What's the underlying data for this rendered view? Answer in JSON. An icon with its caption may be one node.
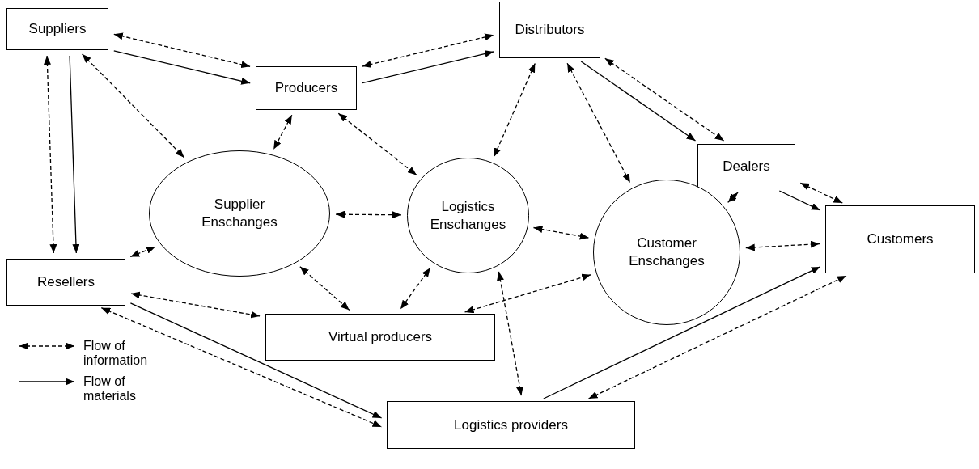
{
  "diagram": {
    "nodes": [
      {
        "text": [
          "Suppliers"
        ]
      },
      {
        "text": [
          "Producers"
        ]
      },
      {
        "text": [
          "Distributors"
        ]
      },
      {
        "text": [
          "Dealers"
        ]
      },
      {
        "text": [
          "Supplier Enschanges"
        ]
      },
      {
        "text": [
          "Logistics Enschanges"
        ]
      },
      {
        "text": [
          "Customer Enschanges"
        ]
      },
      {
        "text": [
          "Customers"
        ]
      },
      {
        "text": [
          "Resellers"
        ]
      },
      {
        "text": [
          "Virtual producers"
        ]
      },
      {
        "text": [
          "Logistics providers"
        ]
      }
    ],
    "edges": [
      {
        "from": 0,
        "to": 1,
        "arrow": "both",
        "style": "dashed"
      },
      {
        "from": 0,
        "to": 1,
        "arrow": "to"
      },
      {
        "from": 1,
        "to": 2,
        "arrow": "both",
        "style": "dashed"
      },
      {
        "from": 1,
        "to": 2,
        "arrow": "to"
      },
      {
        "from": 2,
        "to": 3,
        "arrow": "both",
        "style": "dashed"
      },
      {
        "from": 2,
        "to": 3,
        "arrow": "to"
      },
      {
        "from": 3,
        "to": 7,
        "arrow": "both",
        "style": "dashed"
      },
      {
        "from": 3,
        "to": 7,
        "arrow": "to"
      },
      {
        "from": 0,
        "to": 8,
        "arrow": "both",
        "style": "dashed"
      },
      {
        "from": 0,
        "to": 8,
        "arrow": "to"
      },
      {
        "from": 0,
        "to": 4,
        "arrow": "both",
        "style": "dashed"
      },
      {
        "from": 1,
        "to": 4,
        "arrow": "both",
        "style": "dashed"
      },
      {
        "from": 1,
        "to": 5,
        "arrow": "both",
        "style": "dashed"
      },
      {
        "from": 2,
        "to": 5,
        "arrow": "both",
        "style": "dashed"
      },
      {
        "from": 2,
        "to": 6,
        "arrow": "both",
        "style": "dashed"
      },
      {
        "from": 4,
        "to": 5,
        "arrow": "both",
        "style": "dashed"
      },
      {
        "from": 5,
        "to": 6,
        "arrow": "both",
        "style": "dashed"
      },
      {
        "from": 3,
        "to": 6,
        "arrow": "both",
        "style": "dashed"
      },
      {
        "from": 6,
        "to": 7,
        "arrow": "both",
        "style": "dashed"
      },
      {
        "from": 8,
        "to": 4,
        "arrow": "both",
        "style": "dashed"
      },
      {
        "from": 4,
        "to": 9,
        "arrow": "both",
        "style": "dashed"
      },
      {
        "from": 5,
        "to": 9,
        "arrow": "both",
        "style": "dashed"
      },
      {
        "from": 8,
        "to": 9,
        "arrow": "both",
        "style": "dashed"
      },
      {
        "from": 9,
        "to": 6,
        "arrow": "both",
        "style": "dashed"
      },
      {
        "from": 5,
        "to": 10,
        "arrow": "both",
        "style": "dashed"
      },
      {
        "from": 8,
        "to": 10,
        "arrow": "to"
      },
      {
        "from": 8,
        "to": 10,
        "arrow": "both",
        "style": "dashed"
      },
      {
        "from": 10,
        "to": 7,
        "arrow": "to"
      },
      {
        "from": 10,
        "to": 7,
        "arrow": "both",
        "style": "dashed"
      }
    ],
    "legend": [
      {
        "text": "Flow of information"
      },
      {
        "text": "Flow of materials"
      }
    ]
  }
}
